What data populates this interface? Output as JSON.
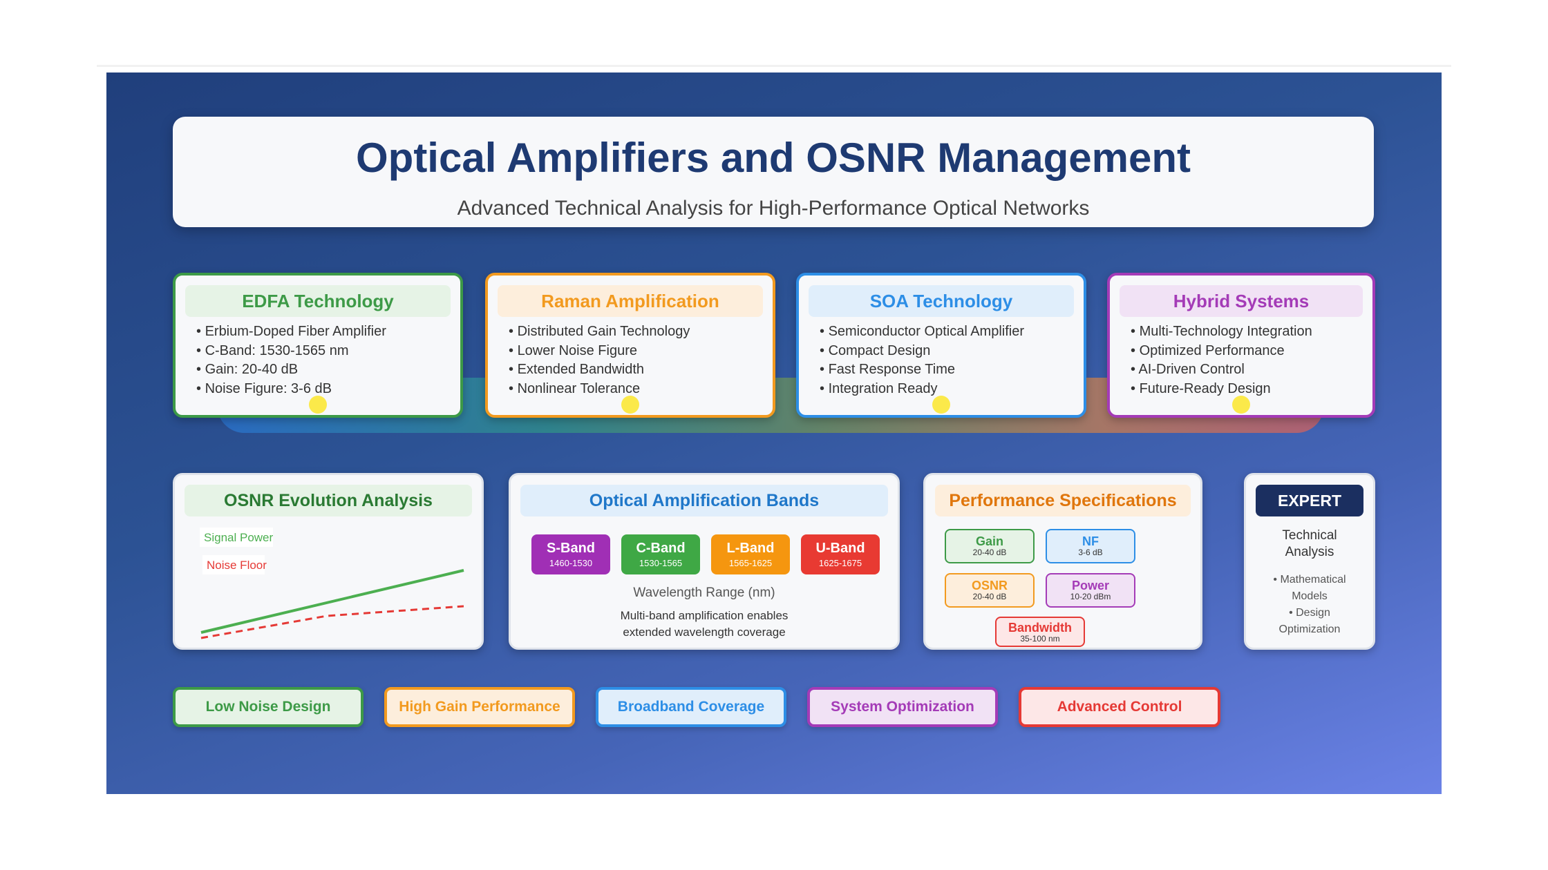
{
  "header": {
    "title": "Optical Amplifiers and OSNR Management",
    "subtitle": "Advanced Technical Analysis for High-Performance Optical Networks"
  },
  "tech_cards": [
    {
      "title": "EDFA Technology",
      "color": "#3d9a47",
      "bg": "#e6f3e6",
      "items": [
        "Erbium-Doped Fiber Amplifier",
        "C-Band: 1530-1565 nm",
        "Gain: 20-40 dB",
        "Noise Figure: 3-6 dB"
      ]
    },
    {
      "title": "Raman Amplification",
      "color": "#f29a1f",
      "bg": "#fdeedc",
      "items": [
        "Distributed Gain Technology",
        "Lower Noise Figure",
        "Extended Bandwidth",
        "Nonlinear Tolerance"
      ]
    },
    {
      "title": "SOA Technology",
      "color": "#2d8ee6",
      "bg": "#e0eefb",
      "items": [
        "Semiconductor Optical Amplifier",
        "Compact Design",
        "Fast Response Time",
        "Integration Ready"
      ]
    },
    {
      "title": "Hybrid Systems",
      "color": "#a43bb7",
      "bg": "#f1e2f5",
      "items": [
        "Multi-Technology Integration",
        "Optimized Performance",
        "AI-Driven Control",
        "Future-Ready Design"
      ]
    }
  ],
  "osnr_panel": {
    "title": "OSNR Evolution Analysis",
    "signal_label": "Signal Power",
    "noise_label": "Noise Floor",
    "signal_color": "#4caf50",
    "noise_color": "#e53935"
  },
  "bands_panel": {
    "title": "Optical Amplification Bands",
    "bands": [
      {
        "name": "S-Band",
        "range": "1460-1530",
        "color": "#a02fb5"
      },
      {
        "name": "C-Band",
        "range": "1530-1565",
        "color": "#3fa845"
      },
      {
        "name": "L-Band",
        "range": "1565-1625",
        "color": "#f5960f"
      },
      {
        "name": "U-Band",
        "range": "1625-1675",
        "color": "#e83a32"
      }
    ],
    "axis_label": "Wavelength Range (nm)",
    "note_line1": "Multi-band amplification enables",
    "note_line2": "extended wavelength coverage"
  },
  "specs_panel": {
    "title": "Performance Specifications",
    "specs": [
      {
        "name": "Gain",
        "value": "20-40 dB",
        "color": "#3d9a47",
        "bg": "#e6f3e6"
      },
      {
        "name": "NF",
        "value": "3-6 dB",
        "color": "#2d8ee6",
        "bg": "#e0eefb"
      },
      {
        "name": "OSNR",
        "value": "20-40 dB",
        "color": "#f29a1f",
        "bg": "#fdeedc"
      },
      {
        "name": "Power",
        "value": "10-20 dBm",
        "color": "#a43bb7",
        "bg": "#f1e2f5"
      },
      {
        "name": "Bandwidth",
        "value": "35-100 nm",
        "color": "#e53935",
        "bg": "#fde7e7"
      }
    ]
  },
  "expert_panel": {
    "badge": "EXPERT",
    "line1": "Technical",
    "line2": "Analysis",
    "b1": "• Mathematical",
    "b2": "Models",
    "b3": "• Design",
    "b4": "Optimization"
  },
  "pills": [
    {
      "label": "Low Noise Design",
      "color": "#3d9a47",
      "bg": "#e6f3e6"
    },
    {
      "label": "High Gain Performance",
      "color": "#f29a1f",
      "bg": "#fdeedc"
    },
    {
      "label": "Broadband Coverage",
      "color": "#2d8ee6",
      "bg": "#e0eefb"
    },
    {
      "label": "System Optimization",
      "color": "#a43bb7",
      "bg": "#f1e2f5"
    },
    {
      "label": "Advanced Control",
      "color": "#e53935",
      "bg": "#fde7e7"
    }
  ]
}
